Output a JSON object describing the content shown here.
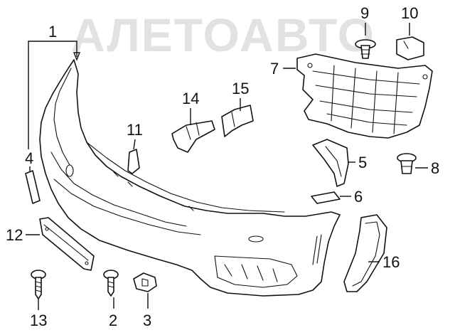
{
  "watermark": "АЛЕТОАВТО",
  "callouts": [
    {
      "key": "c1",
      "label": "1"
    },
    {
      "key": "c2",
      "label": "2"
    },
    {
      "key": "c3",
      "label": "3"
    },
    {
      "key": "c4",
      "label": "4"
    },
    {
      "key": "c5",
      "label": "5"
    },
    {
      "key": "c6",
      "label": "6"
    },
    {
      "key": "c7",
      "label": "7"
    },
    {
      "key": "c8",
      "label": "8"
    },
    {
      "key": "c9",
      "label": "9"
    },
    {
      "key": "c10",
      "label": "10"
    },
    {
      "key": "c11",
      "label": "11"
    },
    {
      "key": "c12",
      "label": "12"
    },
    {
      "key": "c13",
      "label": "13"
    },
    {
      "key": "c14",
      "label": "14"
    },
    {
      "key": "c15",
      "label": "15"
    },
    {
      "key": "c16",
      "label": "16"
    }
  ]
}
